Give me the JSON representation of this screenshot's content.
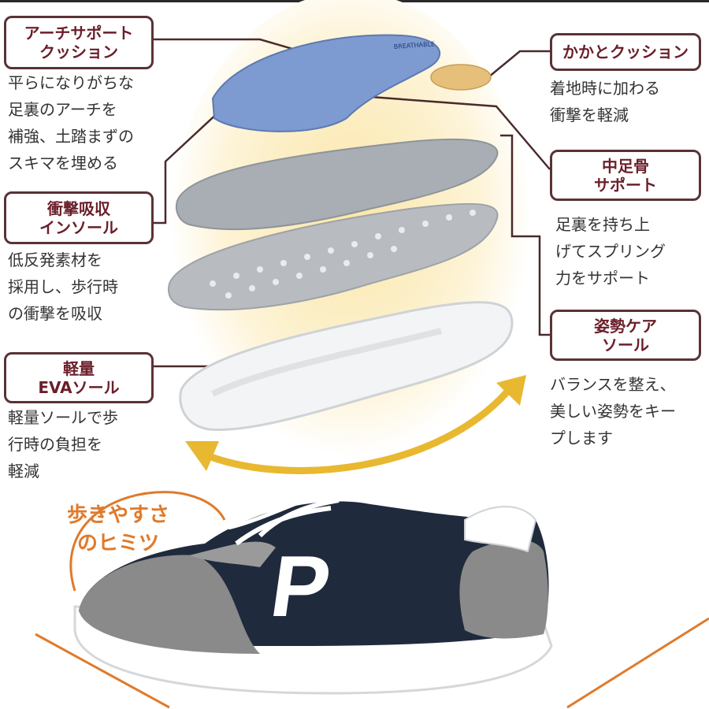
{
  "features": [
    {
      "title": [
        "アーチサポート",
        "クッション"
      ],
      "desc": [
        "平らになりがちな",
        "足裏のアーチを",
        "補強、土踏まずの",
        "スキマを埋める"
      ]
    },
    {
      "title": [
        "衝撃吸収",
        "インソール"
      ],
      "desc": [
        "低反発素材を",
        "採用し、歩行時",
        "の衝撃を吸収"
      ]
    },
    {
      "title": [
        "軽量",
        "EVAソール"
      ],
      "desc": [
        "軽量ソールで歩",
        "行時の負担を",
        "軽減"
      ]
    },
    {
      "title": [
        "かかとクッション"
      ],
      "desc": [
        "着地時に加わる",
        "衝撃を軽減"
      ]
    },
    {
      "title": [
        "中足骨",
        "サポート"
      ],
      "desc": [
        "足裏を持ち上",
        "げてスプリング",
        "力をサポート"
      ]
    },
    {
      "title": [
        "姿勢ケア",
        "ソール"
      ],
      "desc": [
        "バランスを整え、",
        "美しい姿勢をキー",
        "プします"
      ]
    }
  ],
  "secret": [
    "歩きやすさ",
    "のヒミツ"
  ],
  "shoe_logo": "P",
  "colors": {
    "label_text": "#6a1f2a",
    "label_border": "#5a3236",
    "accent_orange": "#e07a2a",
    "arrow_yellow": "#e8b830",
    "insole_blue": "#7d9bd0",
    "shoe_navy": "#1f2a3c",
    "shoe_gray": "#8a8a8a"
  }
}
